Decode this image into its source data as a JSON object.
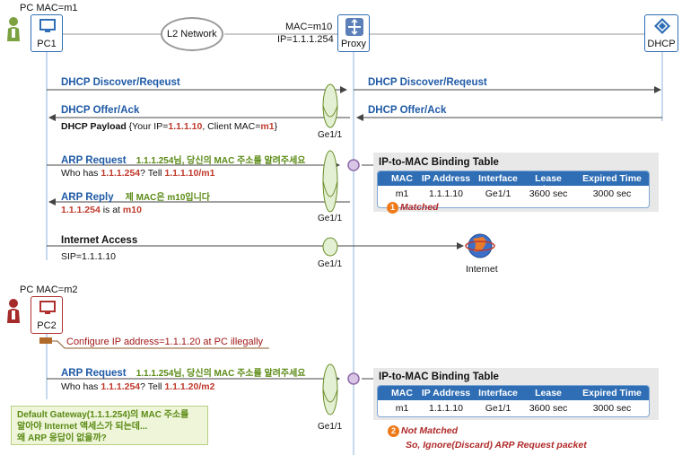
{
  "hosts": {
    "pc1": {
      "mac_label": "PC MAC=m1",
      "name": "PC1"
    },
    "pc2": {
      "mac_label": "PC MAC=m2",
      "name": "PC2"
    },
    "network": "L2 Network",
    "proxy": {
      "mac": "MAC=m10",
      "ip": "IP=1.1.1.254",
      "name": "Proxy"
    },
    "dhcp": "DHCP",
    "internet": "Internet"
  },
  "messages": {
    "discover": "DHCP Discover/Reqeust",
    "discover_right": "DHCP Discover/Reqeust",
    "offer": "DHCP Offer/Ack",
    "offer_right": "DHCP Offer/Ack",
    "payload_prefix": "DHCP Payload",
    "payload_mid": " {Your IP=",
    "payload_ip": "1.1.1.10",
    "payload_mac_lbl": ", Client MAC=",
    "payload_mac": "m1",
    "payload_end": "}",
    "arp_req1": "ARP Request",
    "arp_req1_kr": "1.1.1.254님, 당신의 MAC 주소를 알려주세요",
    "who1_a": "Who has ",
    "who1_ip": "1.1.1.254",
    "who1_b": "? Tell ",
    "who1_tell": "1.1.1.10/m1",
    "arp_reply": "ARP Reply",
    "arp_reply_kr": "제 MAC은 m10입니다",
    "reply_ip": "1.1.1.254",
    "reply_mid": " is at ",
    "reply_mac": "m10",
    "internet_access": "Internet Access",
    "sip": "SIP=1.1.1.10",
    "configure": "Configure IP address=1.1.1.20 at PC illegally",
    "arp_req2": "ARP Request",
    "arp_req2_kr": "1.1.1.254님, 당신의 MAC 주소를 알려주세요",
    "who2_a": "Who has ",
    "who2_ip": "1.1.1.254",
    "who2_b": "? Tell ",
    "who2_tell": "1.1.1.20/m2"
  },
  "interface_label": "Ge1/1",
  "binding_table": {
    "title": "IP-to-MAC Binding Table",
    "columns": [
      "MAC",
      "IP Address",
      "Interface",
      "Lease Time",
      "Expired Time"
    ],
    "row": [
      "m1",
      "1.1.1.10",
      "Ge1/1",
      "3600 sec",
      "3000 sec"
    ]
  },
  "status": {
    "matched_num": "1",
    "matched": "Matched",
    "not_matched_num": "2",
    "not_matched": "Not Matched",
    "ignore": "So, Ignore(Discard) ARP Request packet"
  },
  "note": {
    "line1": "Default Gateway(1.1.1.254)의 MAC 주소를",
    "line2": "알아야 Internet 액세스가 되는데...",
    "line3": "왜 ARP 응답이 없을까?"
  },
  "colors": {
    "accent_blue": "#1f5aa6",
    "red": "#c0392b",
    "green": "#5a8a14",
    "orange": "#ef7a1a"
  }
}
